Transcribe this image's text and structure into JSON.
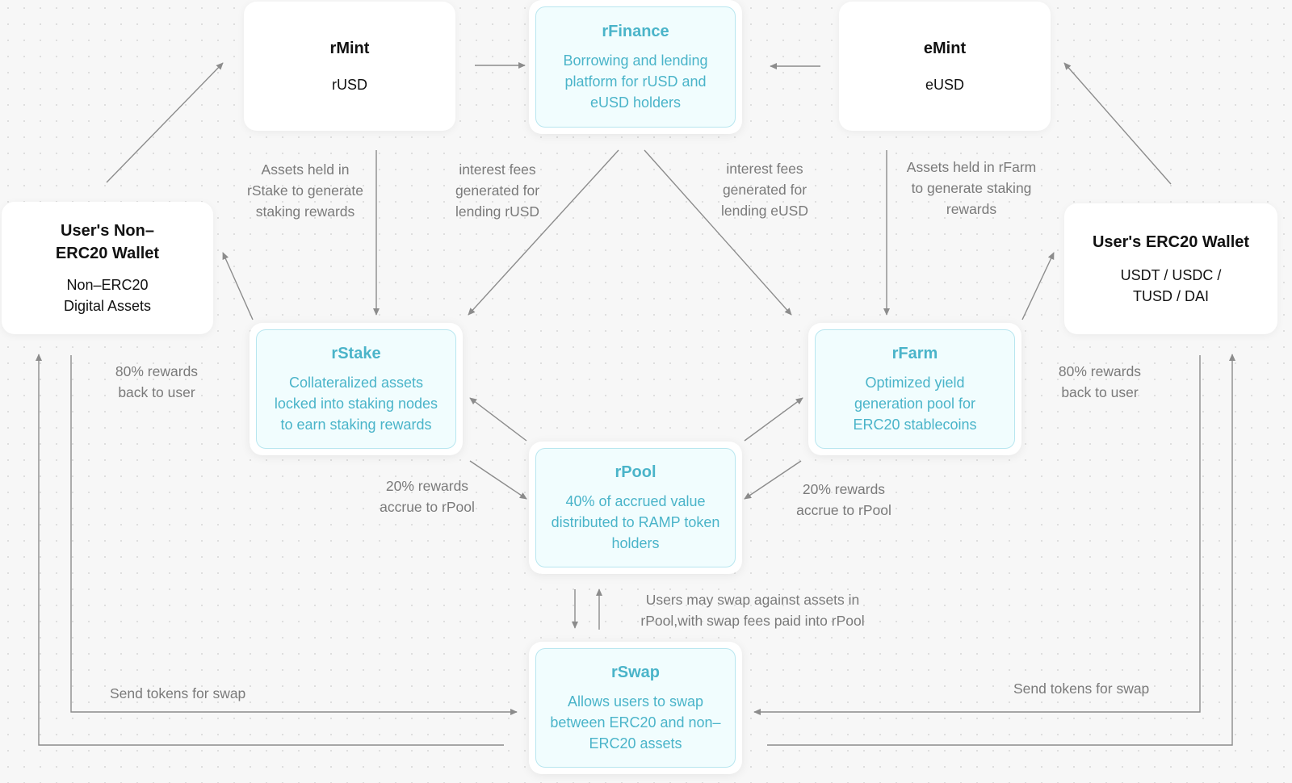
{
  "nodes": {
    "rmint": {
      "title": "rMint",
      "sub": "rUSD"
    },
    "emint": {
      "title": "eMint",
      "sub": "eUSD"
    },
    "rfinance": {
      "title": "rFinance",
      "desc": [
        "Borrowing and lending",
        "platform for rUSD and",
        "eUSD holders"
      ]
    },
    "non_erc20_wallet": {
      "title": [
        "User's Non–",
        "ERC20 Wallet"
      ],
      "sub": [
        "Non–ERC20",
        "Digital Assets"
      ]
    },
    "erc20_wallet": {
      "title": "User's ERC20 Wallet",
      "sub": [
        "USDT / USDC /",
        "TUSD / DAI"
      ]
    },
    "rstake": {
      "title": "rStake",
      "desc": [
        "Collateralized assets",
        "locked into staking nodes",
        "to earn staking rewards"
      ]
    },
    "rfarm": {
      "title": "rFarm",
      "desc": [
        "Optimized yield",
        "generation pool for",
        "ERC20 stablecoins"
      ]
    },
    "rpool": {
      "title": "rPool",
      "desc": [
        "40% of accrued value",
        "distributed to RAMP token",
        "holders"
      ]
    },
    "rswap": {
      "title": "rSwap",
      "desc": [
        "Allows users to swap",
        "between ERC20 and non–",
        "ERC20 assets"
      ]
    }
  },
  "labels": {
    "rstake_assets": [
      "Assets held in",
      "rStake to generate",
      "staking rewards"
    ],
    "interest_rusd": [
      "interest fees",
      "generated for",
      "lending rUSD"
    ],
    "interest_eusd": [
      "interest fees",
      "generated for",
      "lending eUSD"
    ],
    "rfarm_assets": [
      "Assets held in rFarm",
      "to generate staking",
      "rewards"
    ],
    "rewards_left": [
      "80% rewards",
      "back to user"
    ],
    "rewards_right": [
      "80% rewards",
      "back to user"
    ],
    "accrue_left": [
      "20% rewards",
      "accrue to rPool"
    ],
    "accrue_right": [
      "20% rewards",
      "accrue to rPool"
    ],
    "swap_note": [
      "Users may swap against assets in",
      "rPool,with swap fees paid into rPool"
    ],
    "send_left": "Send tokens for swap",
    "send_right": "Send tokens for swap"
  }
}
